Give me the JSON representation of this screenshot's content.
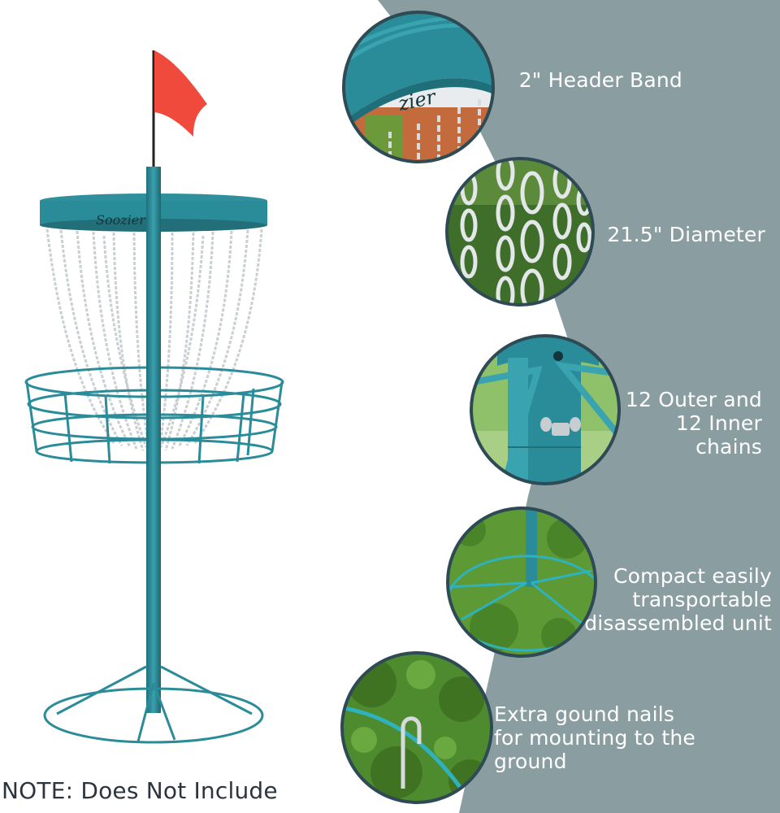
{
  "features": [
    {
      "id": "header-band",
      "text": "2\" Header Band"
    },
    {
      "id": "diameter",
      "text": "21.5\" Diameter"
    },
    {
      "id": "chains",
      "text": "12 Outer and\n12 Inner\nchains"
    },
    {
      "id": "portable",
      "text": "Compact easily\ntransportable\ndisassembled unit"
    },
    {
      "id": "nails",
      "text": "Extra gound nails\nfor mounting to the ground"
    }
  ],
  "note": "NOTE: Does Not Include",
  "product": {
    "brand_text": "Soozier",
    "flag_color": "#f04a3c",
    "frame_color": "#2b8c99",
    "chain_color": "#c8cdd0"
  },
  "colors": {
    "panel_bg": "#8a9ea2",
    "text_on_panel": "#ffffff",
    "circle_border": "#2e4a55",
    "grass": "#4e8a2e"
  }
}
